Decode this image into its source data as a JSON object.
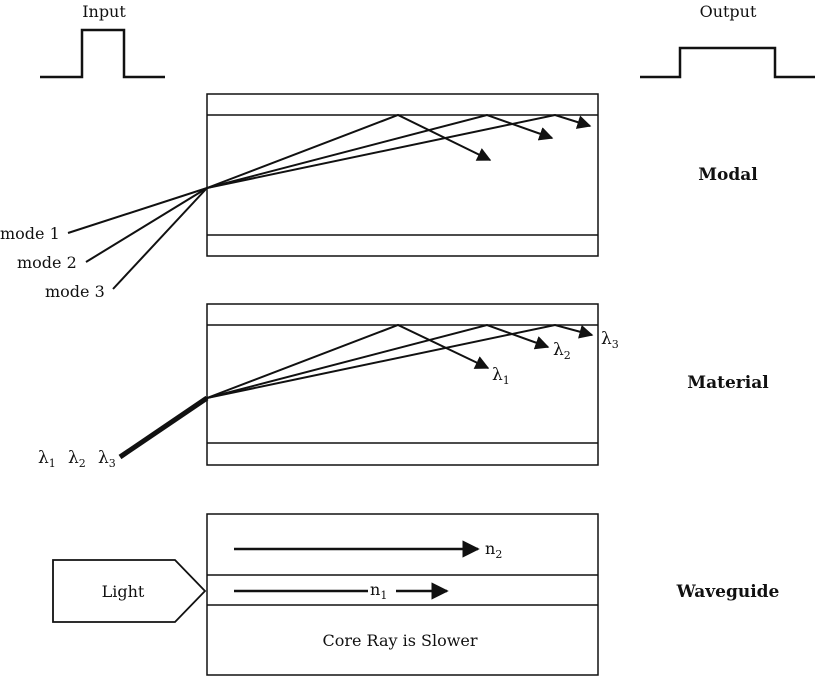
{
  "pulses": {
    "input_label": "Input",
    "output_label": "Output"
  },
  "modal": {
    "title": "Modal",
    "modes": [
      "mode 1",
      "mode 2",
      "mode 3"
    ]
  },
  "material": {
    "title": "Material",
    "input_lambda_1": "λ",
    "input_lambda_1_sub": "1",
    "input_lambda_2": "λ",
    "input_lambda_2_sub": "2",
    "input_lambda_3": "λ",
    "input_lambda_3_sub": "3",
    "out_lambda_1": "λ",
    "out_lambda_1_sub": "1",
    "out_lambda_2": "λ",
    "out_lambda_2_sub": "2",
    "out_lambda_3": "λ",
    "out_lambda_3_sub": "3"
  },
  "waveguide": {
    "title": "Waveguide",
    "light_label": "Light",
    "n2_label": "n",
    "n2_sub": "2",
    "n1_label": "n",
    "n1_sub": "1",
    "caption": "Core Ray is Slower"
  },
  "colors": {
    "line": "#111111",
    "background": "#ffffff"
  }
}
